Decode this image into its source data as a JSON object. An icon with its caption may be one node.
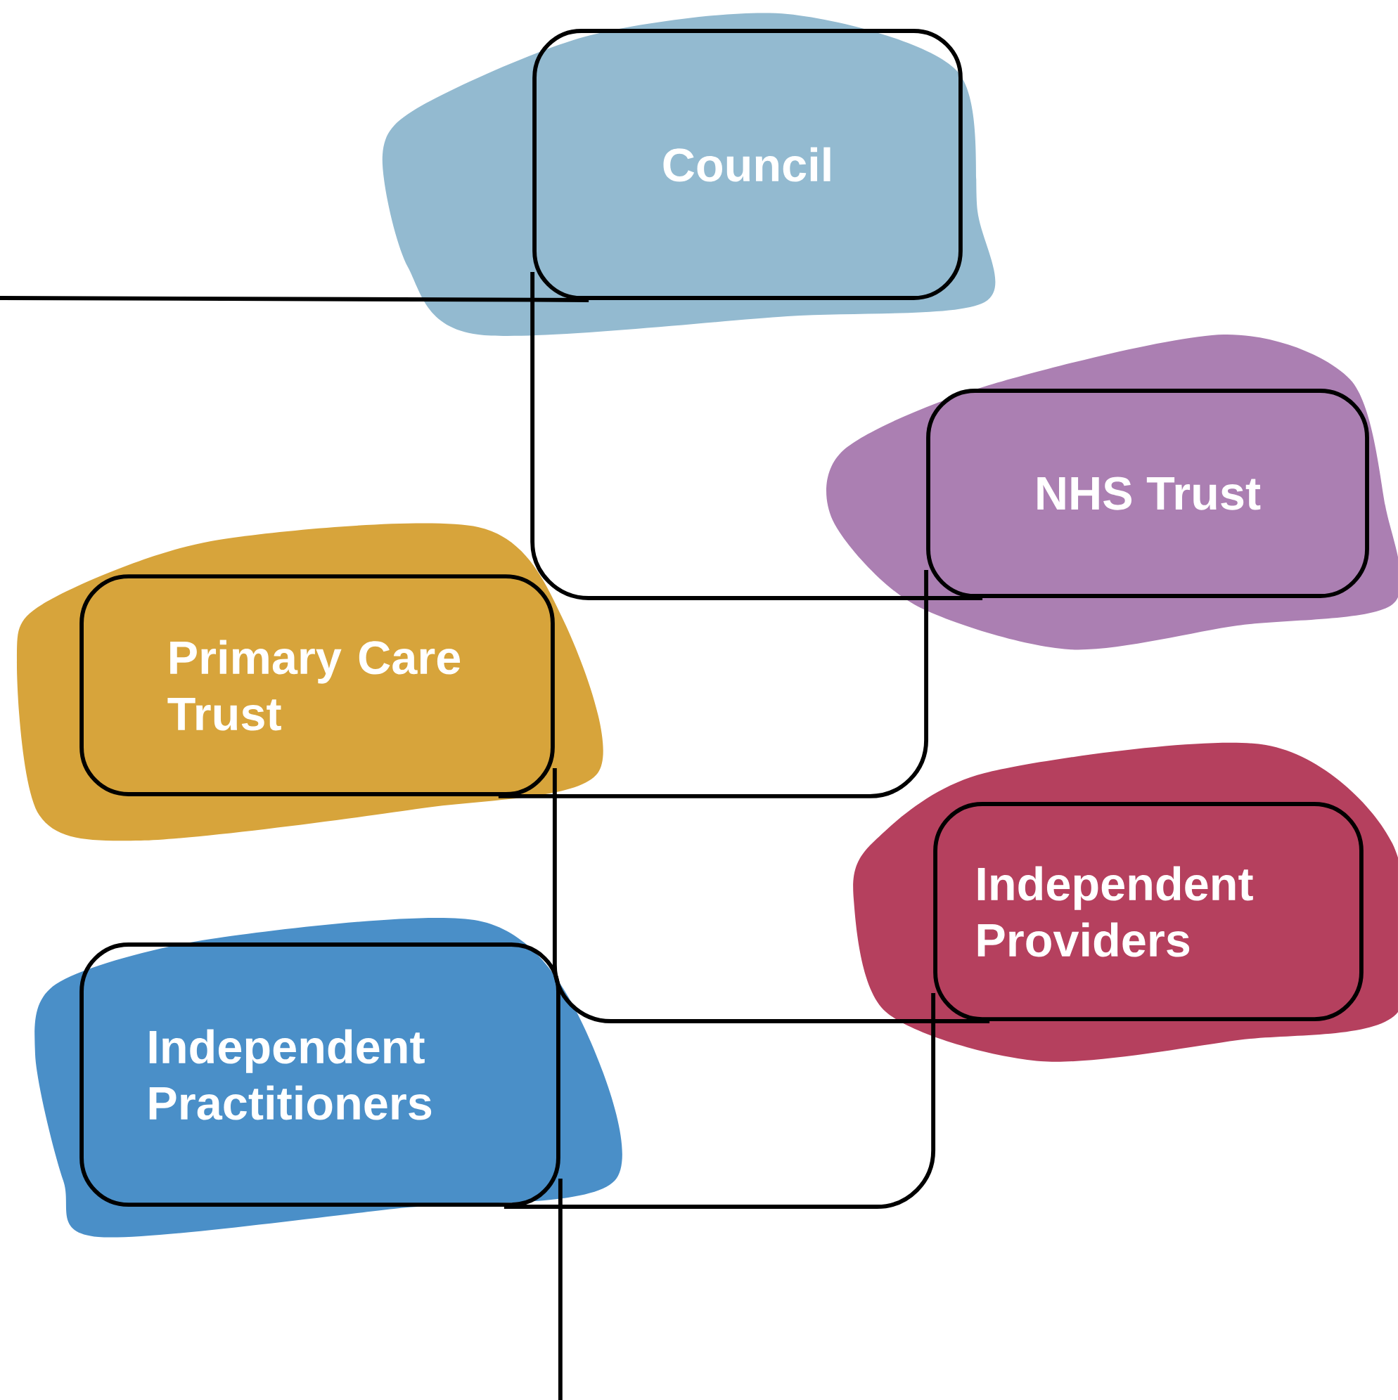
{
  "diagram": {
    "nodes": [
      {
        "text": [
          "Council"
        ]
      },
      {
        "text": [
          "NHS Trust"
        ]
      },
      {
        "text": [
          "Primary Care Trust"
        ]
      },
      {
        "text": [
          "Independent Providers"
        ]
      },
      {
        "text": [
          "Independent Practitioners"
        ]
      }
    ],
    "edges": [
      {
        "from": null,
        "to": 0,
        "arrow": "none"
      },
      {
        "from": 0,
        "to": 1,
        "arrow": "none"
      },
      {
        "from": 1,
        "to": 2,
        "arrow": "none"
      },
      {
        "from": 2,
        "to": 3,
        "arrow": "none"
      },
      {
        "from": 3,
        "to": 4,
        "arrow": "none"
      },
      {
        "from": 4,
        "to": null,
        "arrow": "none"
      }
    ]
  }
}
